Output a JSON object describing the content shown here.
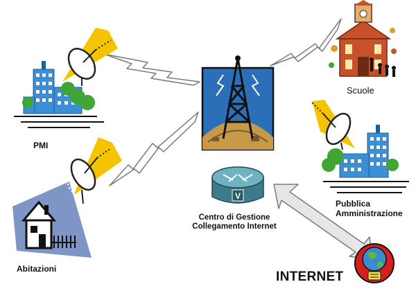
{
  "nodes": {
    "pmi": {
      "label": "PMI"
    },
    "abitazioni": {
      "label": "Abitazioni"
    },
    "scuole": {
      "label": "Scuole"
    },
    "pubblica_amministrazione": {
      "line1": "Pubblica",
      "line2": "Amministrazione"
    },
    "centro": {
      "line1": "Centro di Gestione",
      "line2": "Collegamento Internet"
    },
    "internet": {
      "label": "INTERNET"
    }
  },
  "router_badge": "V",
  "colors": {
    "satellite_beam": "#f5c400",
    "building_blue": "#3b8fd6",
    "tree_green": "#3fa535",
    "school_brick": "#c8502a",
    "house_bg": "#7f95c6",
    "tower_sky": "#2a6fb8",
    "tower_globe": "#c79a4a",
    "router": "#4f8fa0",
    "lightning_fill": "#ffffff",
    "lightning_stroke": "#7a7a7a",
    "arrow_fill": "#e6e6e6",
    "internet_badge": "#d91e1e"
  }
}
